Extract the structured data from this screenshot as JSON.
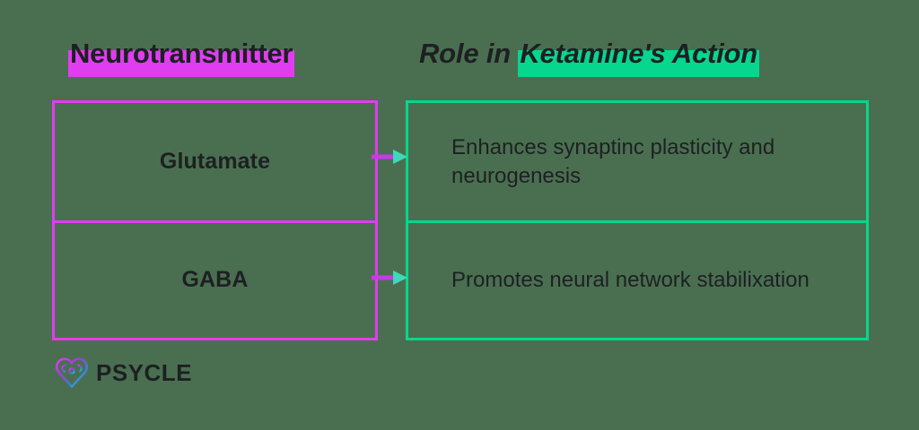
{
  "background_color": "#4a6f50",
  "accents": {
    "magenta": "#e03df0",
    "green": "#06d68e",
    "arrow_shaft": "#c63ae8",
    "arrow_head": "#3fd9ba",
    "text_dark": "#1d2023"
  },
  "headers": {
    "left": {
      "plain": "",
      "highlighted": "Neurotransmitter",
      "full": "Neurotransmitter",
      "highlight_color": "#e03df0"
    },
    "right": {
      "plain": "Role in ",
      "highlighted": "Ketamine's Action",
      "full": "Role in Ketamine's Action",
      "highlight_color": "#06d68e"
    }
  },
  "rows": [
    {
      "neurotransmitter": "Glutamate",
      "role": "Enhances synaptinc plasticity and neurogenesis"
    },
    {
      "neurotransmitter": "GABA",
      "role": "Promotes neural network stabilixation"
    }
  ],
  "arrows": [
    {
      "name": "arrow-glutamate"
    },
    {
      "name": "arrow-gaba"
    }
  ],
  "logo": {
    "text": "PSYCLE",
    "mark": "brain-icon"
  }
}
